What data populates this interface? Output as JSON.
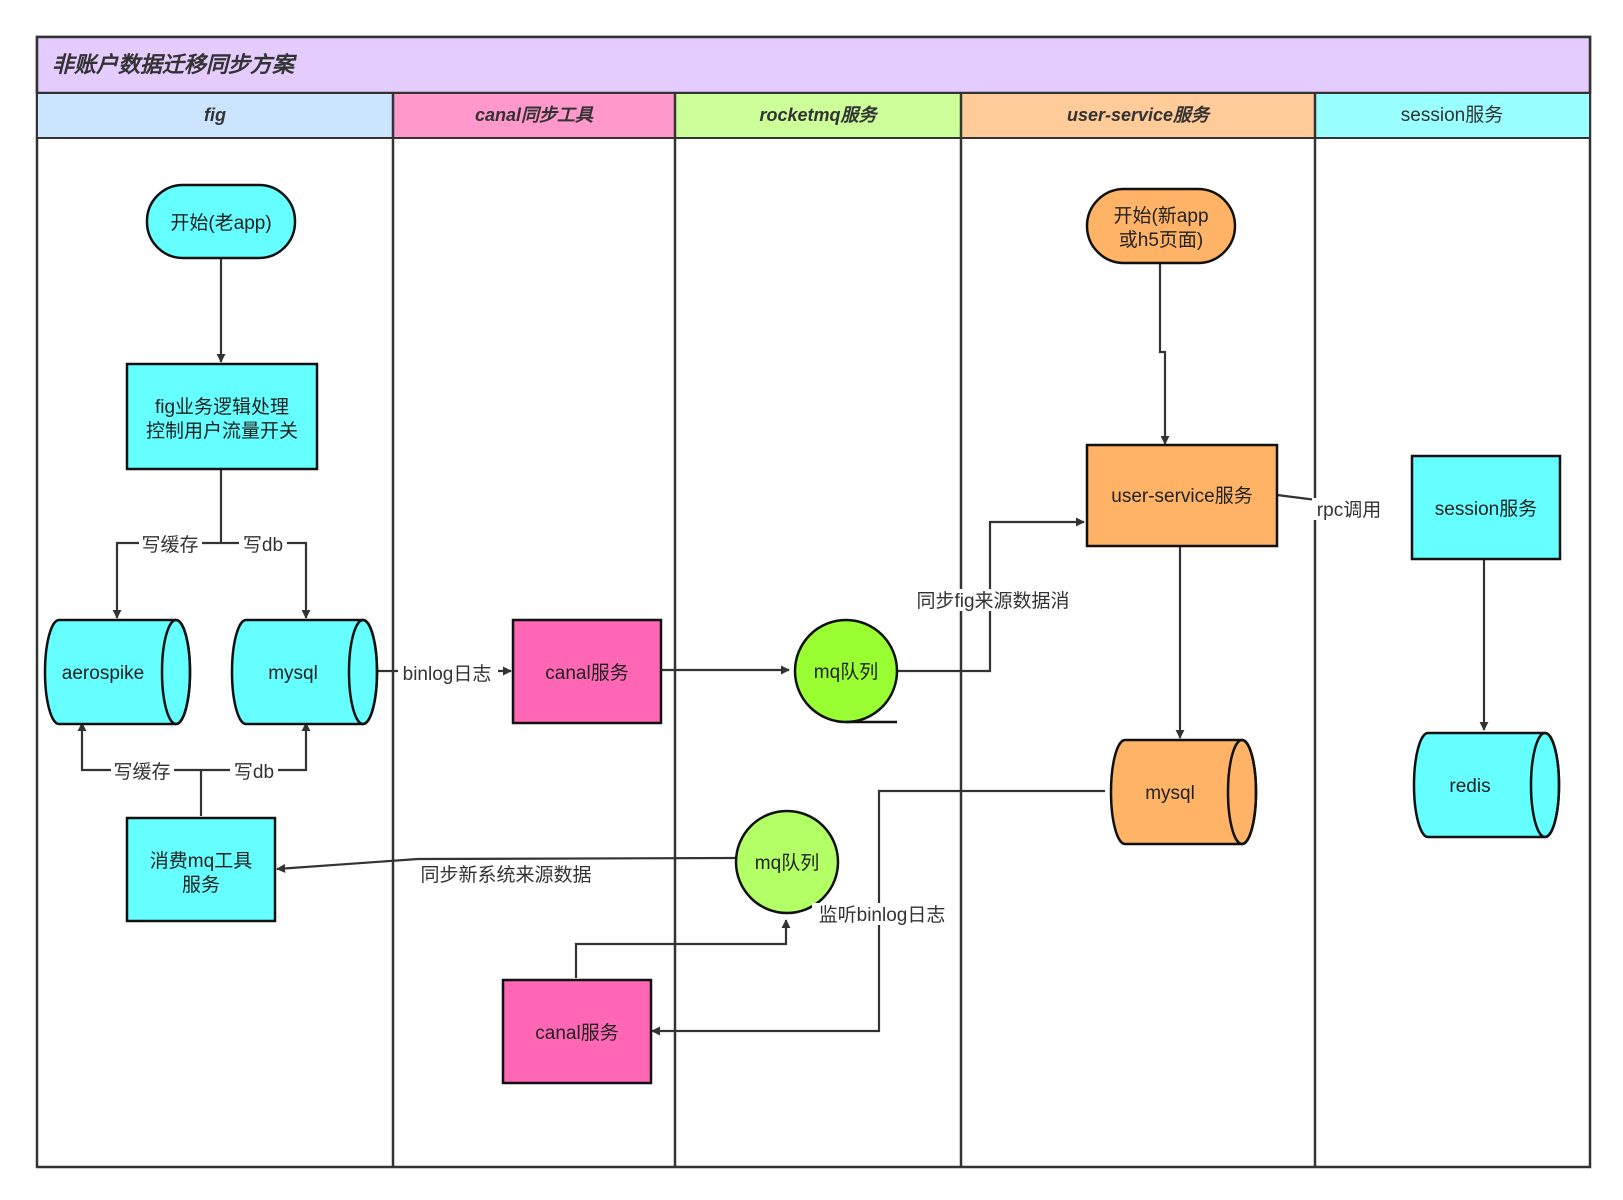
{
  "title": "非账户数据迁移同步方案",
  "lanes": [
    {
      "label": "fig",
      "color": "#cce5ff",
      "italic": true
    },
    {
      "label": "canal同步工具",
      "color": "#ff99cc",
      "italic": true
    },
    {
      "label": "rocketmq服务",
      "color": "#ccff99",
      "italic": true
    },
    {
      "label": "user-service服务",
      "color": "#ffcc99",
      "italic": true
    },
    {
      "label": "session服务",
      "color": "#99ffff",
      "italic": false
    }
  ],
  "title_color": "#e5ccff",
  "nodes": {
    "start_old": {
      "label": "开始(老app)",
      "color": "#66ffff"
    },
    "fig_logic": {
      "label_lines": [
        "fig业务逻辑处理",
        "控制用户流量开关"
      ],
      "color": "#66ffff"
    },
    "aerospike": {
      "label": "aerospike",
      "color": "#66ffff"
    },
    "fig_mysql": {
      "label": "mysql",
      "color": "#66ffff"
    },
    "consumer": {
      "label_lines": [
        "消费mq工具",
        "服务"
      ],
      "color": "#66ffff"
    },
    "canal_top": {
      "label": "canal服务",
      "color": "#ff66b3"
    },
    "canal_bottom": {
      "label": "canal服务",
      "color": "#ff66b3"
    },
    "mq_top": {
      "label": "mq队列",
      "color": "#99ff33"
    },
    "mq_bottom": {
      "label": "mq队列",
      "color": "#b3ff66"
    },
    "start_new": {
      "label_lines": [
        "开始(新app",
        "或h5页面)"
      ],
      "color": "#ffb366"
    },
    "user_service": {
      "label": "user-service服务",
      "color": "#ffb366"
    },
    "us_mysql": {
      "label": "mysql",
      "color": "#ffb366"
    },
    "session_svc": {
      "label": "session服务",
      "color": "#66ffff"
    },
    "redis": {
      "label": "redis",
      "color": "#66ffff"
    }
  },
  "edge_labels": {
    "write_cache_top": "写缓存",
    "write_db_top": "写db",
    "write_cache_bottom": "写缓存",
    "write_db_bottom": "写db",
    "binlog": "binlog日志",
    "sync_fig": "同步fig来源数据消",
    "rpc": "rpc调用",
    "sync_new": "同步新系统来源数据",
    "listen_binlog": "监听binlog日志"
  }
}
